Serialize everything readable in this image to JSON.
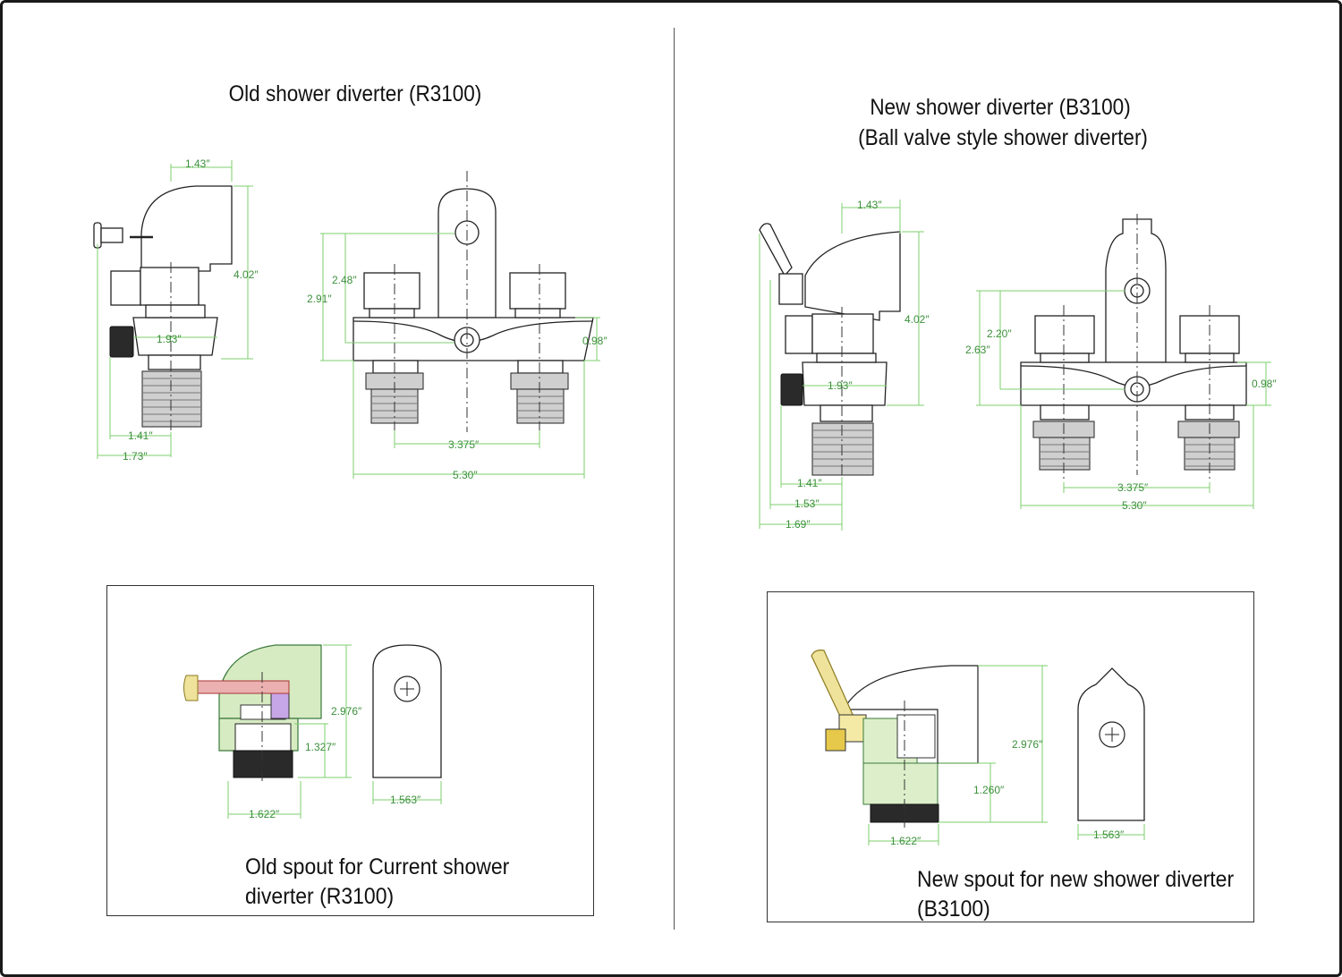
{
  "titles": {
    "old_diverter": "Old shower diverter (R3100)",
    "new_diverter_line1": "New shower diverter (B3100)",
    "new_diverter_line2": "(Ball valve style shower diverter)"
  },
  "captions": {
    "old_spout_line1": "Old spout for Current shower",
    "old_spout_line2": "diverter (R3100)",
    "new_spout_line1": "New spout for new shower diverter",
    "new_spout_line2": "(B3100)"
  },
  "dimensions": {
    "old_side": {
      "top_width": "1.43″",
      "height": "4.02″",
      "body_width": "1.93″",
      "base_1": "1.41″",
      "base_2": "1.73″"
    },
    "old_front": {
      "h1": "2.48″",
      "h2": "2.91″",
      "body_h": "0.98″",
      "spacing": "3.375″",
      "width": "5.30″"
    },
    "new_side": {
      "top_width": "1.43″",
      "height": "4.02″",
      "body_width": "1.93″",
      "base_1": "1.41″",
      "base_2": "1.53″",
      "base_3": "1.69″"
    },
    "new_front": {
      "h1": "2.20″",
      "h2": "2.63″",
      "body_h": "0.98″",
      "spacing": "3.375″",
      "width": "5.30″"
    },
    "old_spout": {
      "height": "2.976″",
      "thread_h": "1.327″",
      "base_w": "1.622″",
      "front_w": "1.563″"
    },
    "new_spout": {
      "height": "2.976″",
      "thread_h": "1.260″",
      "base_w": "1.622″",
      "front_w": "1.563″"
    }
  },
  "colors": {
    "dimension": "#3c8f3c",
    "line": "#222222",
    "section_red": "#e8a2a2",
    "section_yellow": "#efe29a",
    "section_green": "#cfe7b8",
    "section_purple": "#c9a8e8"
  }
}
